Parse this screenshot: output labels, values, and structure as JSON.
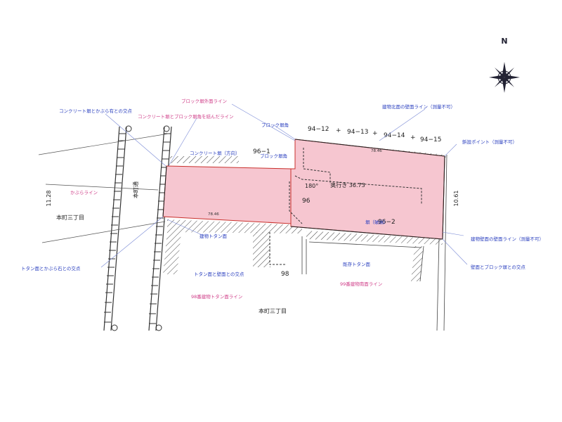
{
  "compass": {
    "north_label": "N",
    "icon": "compass-rose-icon"
  },
  "dims": {
    "left_width": "11.28",
    "right_width": "10.61",
    "depth": "奥行き 36.73",
    "angle": "180°",
    "front_small": "78.46",
    "top_small": "78.46"
  },
  "lots": {
    "l96_1": "96−1",
    "l96": "96",
    "l96_2": "96−2",
    "l98": "98",
    "l94_12": "94−12",
    "l94_13": "94−13",
    "l94_14": "94−14",
    "l94_15": "94−15",
    "plus": "+"
  },
  "places": {
    "area_left": "本町三丁目",
    "area_bottom": "本町三丁目",
    "road": "本町通"
  },
  "labels": {
    "concrete_mutual": "コンクリート塀とかぶら有との交点",
    "concrete_block": "コンクリート塀とブロック塀角を結んだライン",
    "block_outer": "ブロック塀外面ライン",
    "block_corner_top": "ブロック塀角",
    "block_corner_mid": "ブロック塀角",
    "concrete_wall": "コンクリート塀（方向）",
    "bldg_outer": "建物北面の壁面ライン（測量不可）",
    "bldg_point": "鋲設ポイント（測量不可）",
    "kabura": "かぶらライン",
    "bldg_tin": "建物トタン面",
    "tin_kabura": "トタン面とかぶら石との交点",
    "tin_wall": "トタン面と壁面との交点",
    "line98": "98番建物トタン面ライン",
    "wall_block": "壁面とブロック塀との交点",
    "bldg_wall": "建物壁面の壁面ライン（測量不可）",
    "line99": "99番建物南面ライン",
    "tin2": "既存トタン面",
    "nbsp_wall": "塀（破損）",
    "front_road": "本町通"
  }
}
